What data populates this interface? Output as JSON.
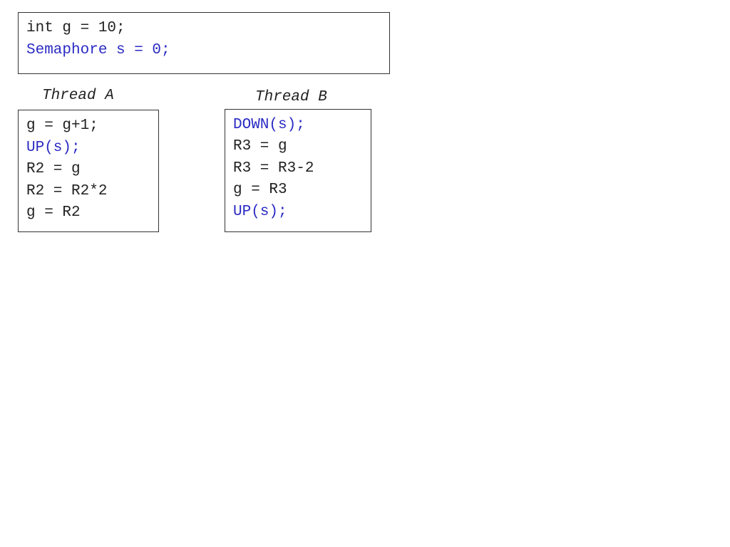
{
  "globals": {
    "lines": [
      {
        "text": "int g = 10;",
        "color": "black"
      },
      {
        "text": "Semaphore s = 0;",
        "color": "blue"
      }
    ]
  },
  "thread_a": {
    "title": "Thread A",
    "lines": [
      {
        "text": "g = g+1;",
        "color": "black"
      },
      {
        "text": "UP(s);",
        "color": "blue"
      },
      {
        "text": "R2 = g",
        "color": "black"
      },
      {
        "text": "R2 = R2*2",
        "color": "black"
      },
      {
        "text": "g = R2",
        "color": "black"
      }
    ]
  },
  "thread_b": {
    "title": "Thread B",
    "lines": [
      {
        "text": "DOWN(s);",
        "color": "blue"
      },
      {
        "text": "R3 = g",
        "color": "black"
      },
      {
        "text": "R3 = R3-2",
        "color": "black"
      },
      {
        "text": "g = R3",
        "color": "black"
      },
      {
        "text": "UP(s);",
        "color": "blue"
      }
    ]
  },
  "colors": {
    "blue": "#2b2bc4",
    "black": "#222222",
    "border": "#333333"
  }
}
